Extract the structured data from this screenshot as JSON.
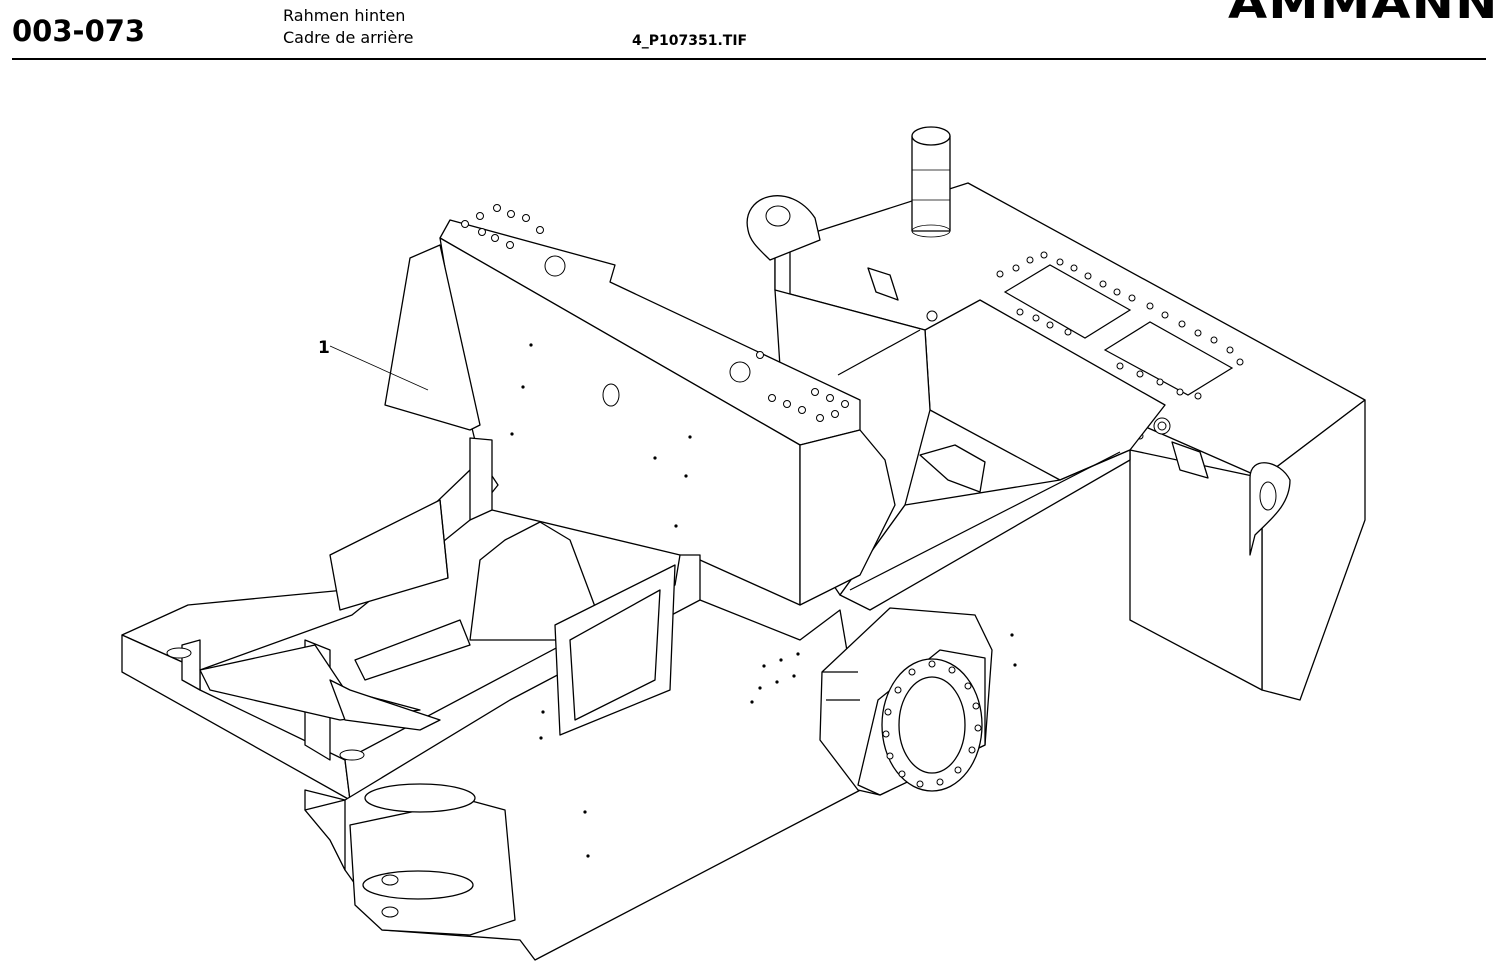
{
  "header": {
    "page_number": "003-073",
    "title_de": "Rahmen hinten",
    "title_fr": "Cadre de arrière",
    "filename": "4_P107351.TIF",
    "logo": "AMMANN"
  },
  "drawing": {
    "callouts": [
      {
        "label": "1"
      }
    ]
  }
}
